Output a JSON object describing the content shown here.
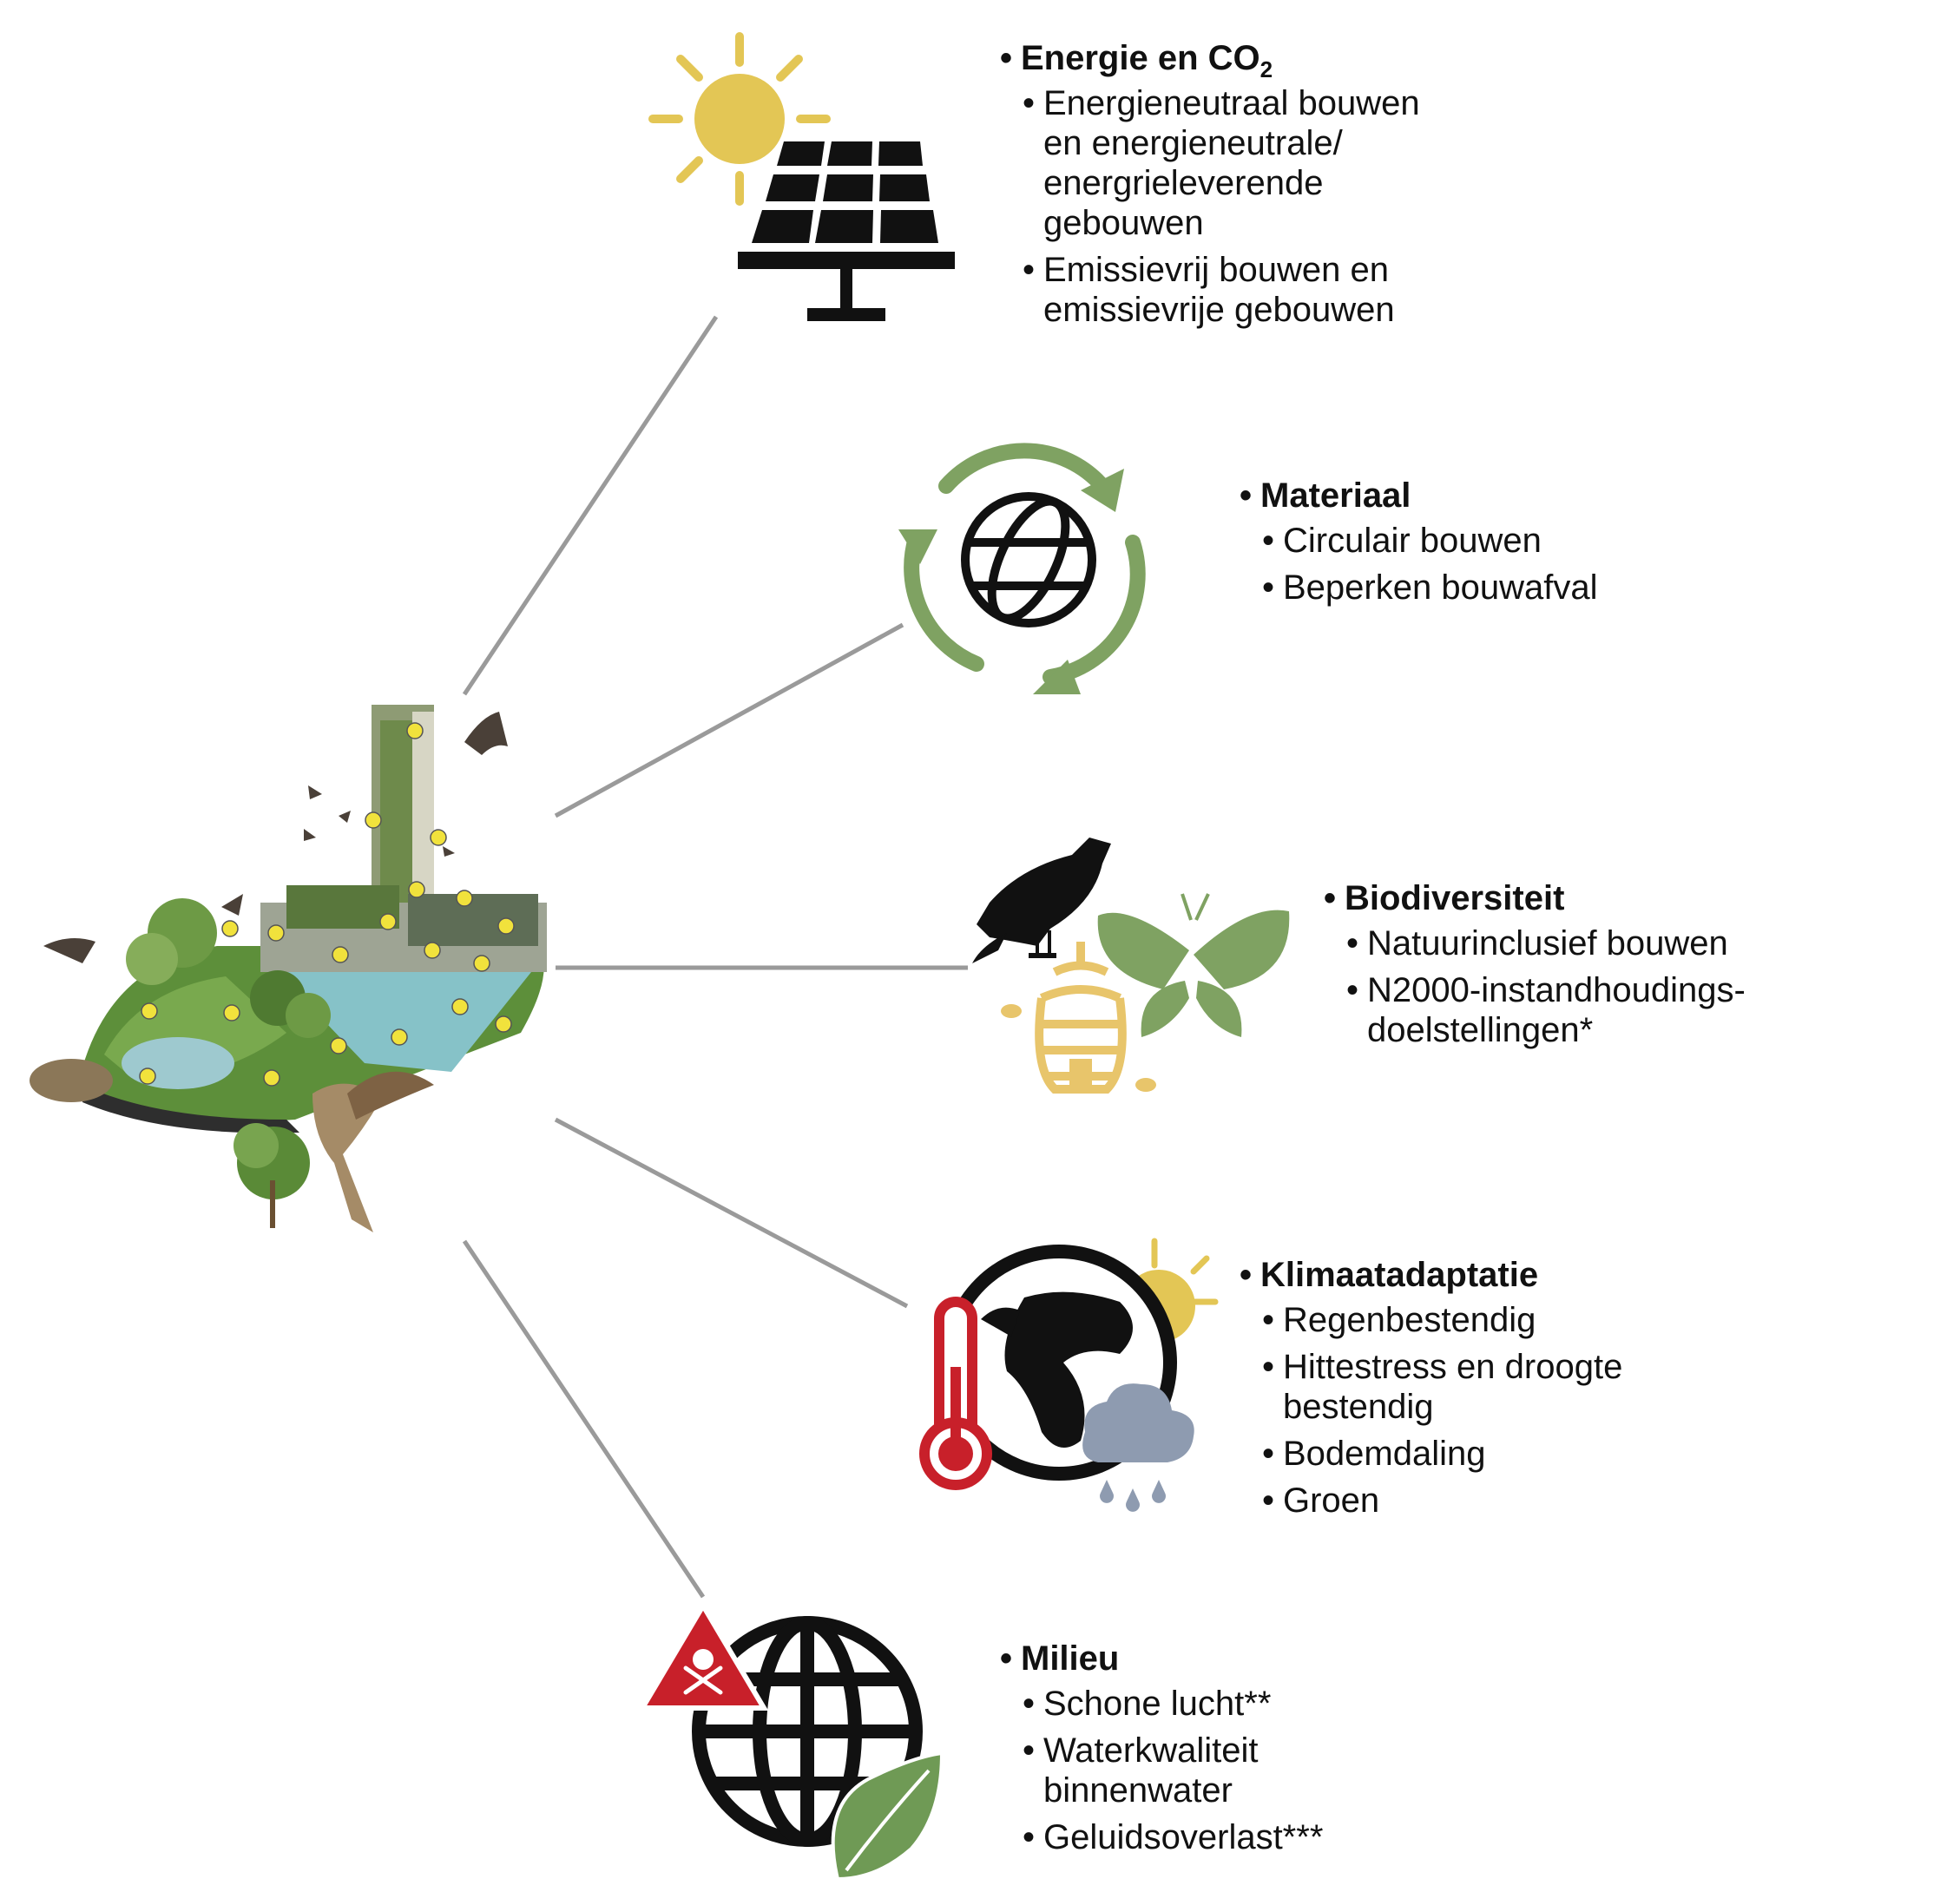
{
  "categories": [
    {
      "id": "energie",
      "title": "Energie en CO",
      "title_subscript": "2",
      "icon": "solar-panel-sun-icon",
      "items": [
        "Energieneutraal bouwen en energieneutrale/ energrieleverende gebouwen",
        "Emissievrij bouwen en emissievrije gebouwen"
      ]
    },
    {
      "id": "materiaal",
      "title": "Materiaal",
      "icon": "recycle-globe-icon",
      "items": [
        "Circulair bouwen",
        "Beperken bouwafval"
      ]
    },
    {
      "id": "biodiversiteit",
      "title": "Biodiversiteit",
      "icon": "bird-butterfly-beehive-icon",
      "items": [
        "Natuurinclusief bouwen",
        "N2000-instandhoudings-doelstellingen*"
      ]
    },
    {
      "id": "klimaat",
      "title": "Klimaatadaptatie",
      "icon": "thermometer-earth-weather-icon",
      "items": [
        "Regenbestendig",
        "Hittestress en droogte bestendig",
        "Bodemdaling",
        "Groen"
      ]
    },
    {
      "id": "milieu",
      "title": "Milieu",
      "icon": "globe-toxic-leaf-icon",
      "items": [
        "Schone lucht**",
        "Waterkwaliteit binnenwater",
        "Geluidsoverlast***"
      ]
    }
  ],
  "colors": {
    "sun": "#e3c655",
    "recycle_green": "#7fa262",
    "butterfly_green": "#7fa262",
    "honey": "#e8c56b",
    "thermometer_red": "#c8202a",
    "cloud_blue": "#8e9bb0",
    "toxic_red": "#c8202a",
    "leaf_green": "#6f9a55",
    "connector_grey": "#9a9a9a"
  },
  "illustration": "nature-inclusive-building-illustration"
}
